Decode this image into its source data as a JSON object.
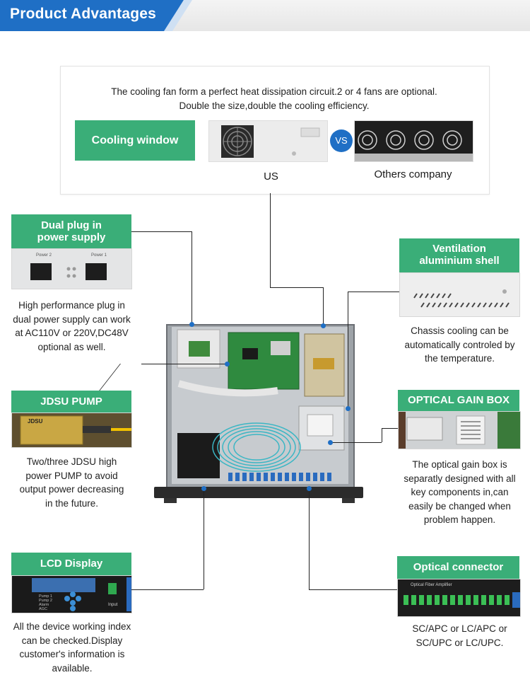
{
  "header": {
    "title": "Product Advantages"
  },
  "cooling": {
    "line1": "The cooling fan form a perfect heat dissipation circuit.2 or 4 fans are optional.",
    "line2": "Double the size,double the cooling efficiency.",
    "label": "Cooling window",
    "vs": "VS",
    "us_caption": "US",
    "others_caption": "Others company"
  },
  "features": {
    "dual_plug": {
      "title_line1": "Dual plug in",
      "title_line2": "power supply",
      "photo_label1": "Power 2",
      "photo_label2": "Power 1",
      "desc": [
        "High performance plug in",
        "dual power supply can work",
        "at AC110V or 220V,DC48V",
        "optional as well."
      ]
    },
    "jdsu_pump": {
      "title": "JDSU PUMP",
      "photo_label": "JDSU",
      "desc": [
        "Two/three JDSU high",
        "power PUMP to avoid",
        "output power decreasing",
        "in the future."
      ]
    },
    "lcd_display": {
      "title": "LCD Display",
      "photo_labels": [
        "Pump 1",
        "Pump 2",
        "Alarm",
        "AGC"
      ],
      "photo_input": "Input",
      "desc": [
        "All the device working index",
        "can be checked.Display",
        "customer's information is",
        "available."
      ]
    },
    "ventilation": {
      "title_line1": "Ventilation",
      "title_line2": "aluminium shell",
      "desc": [
        "Chassis cooling can be",
        "automatically controled by",
        "the temperature."
      ]
    },
    "optical_gain": {
      "title": "OPTICAL GAIN BOX",
      "desc": [
        "The optical gain box is",
        "separatly designed with all",
        "key components in,can",
        "easily be changed when",
        "problem happen."
      ]
    },
    "optical_connector": {
      "title": "Optical connector",
      "photo_label": "Optical Fiber Amplifier",
      "desc": [
        "SC/APC or LC/APC or",
        "SC/UPC or LC/UPC."
      ]
    }
  },
  "colors": {
    "accent_green": "#3aae78",
    "accent_blue": "#1f6fc5"
  }
}
